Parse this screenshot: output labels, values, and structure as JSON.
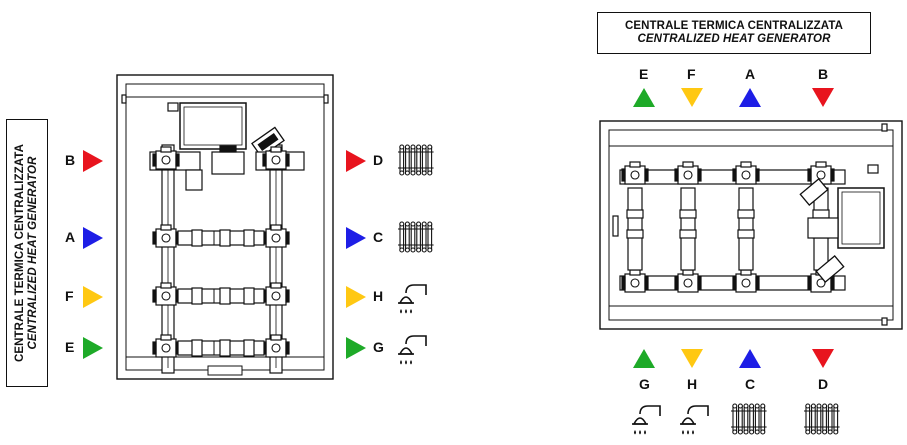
{
  "title": {
    "line1": "CENTRALE TERMICA CENTRALIZZATA",
    "line2": "CENTRALIZED HEAT GENERATOR"
  },
  "colors": {
    "red": "#e8141e",
    "blue": "#1e1ee6",
    "yellow": "#ffc812",
    "green": "#1eaa28",
    "line": "#111111"
  },
  "left_diagram": {
    "inlets": [
      {
        "label": "B",
        "color": "red"
      },
      {
        "label": "A",
        "color": "blue"
      },
      {
        "label": "F",
        "color": "yellow"
      },
      {
        "label": "E",
        "color": "green"
      }
    ],
    "outlets": [
      {
        "label": "D",
        "color": "red",
        "icon": "radiator-icon"
      },
      {
        "label": "C",
        "color": "blue",
        "icon": "radiator-icon"
      },
      {
        "label": "H",
        "color": "yellow",
        "icon": "shower-icon"
      },
      {
        "label": "G",
        "color": "green",
        "icon": "shower-icon"
      }
    ]
  },
  "right_diagram": {
    "inlets": [
      {
        "label": "E",
        "color": "green",
        "dir": "up"
      },
      {
        "label": "F",
        "color": "yellow",
        "dir": "down"
      },
      {
        "label": "A",
        "color": "blue",
        "dir": "up"
      },
      {
        "label": "B",
        "color": "red",
        "dir": "down"
      }
    ],
    "outlets": [
      {
        "label": "G",
        "color": "green",
        "dir": "up",
        "icon": "shower-icon"
      },
      {
        "label": "H",
        "color": "yellow",
        "dir": "down",
        "icon": "shower-icon"
      },
      {
        "label": "C",
        "color": "blue",
        "dir": "up",
        "icon": "radiator-icon"
      },
      {
        "label": "D",
        "color": "red",
        "dir": "down",
        "icon": "radiator-icon"
      }
    ]
  }
}
